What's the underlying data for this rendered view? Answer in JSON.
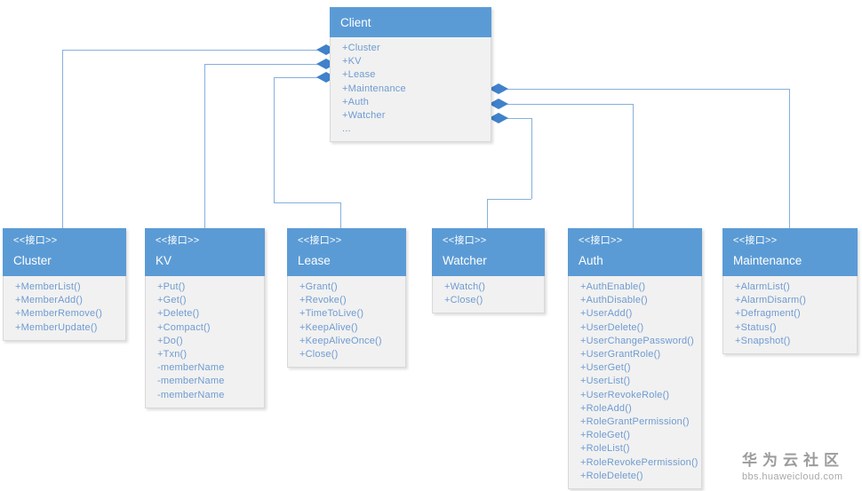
{
  "diagram": {
    "stereotype": "<<接口>>",
    "client": {
      "title": "Client",
      "attributes": [
        "+Cluster",
        "+KV",
        "+Lease",
        "+Maintenance",
        "+Auth",
        "+Watcher",
        "..."
      ]
    },
    "interfaces": [
      {
        "id": "cluster",
        "name": "Cluster",
        "members": [
          "+MemberList()",
          "+MemberAdd()",
          "+MemberRemove()",
          "+MemberUpdate()"
        ]
      },
      {
        "id": "kv",
        "name": "KV",
        "members": [
          "+Put()",
          "+Get()",
          "+Delete()",
          "+Compact()",
          "+Do()",
          "+Txn()",
          "-memberName",
          "-memberName",
          "-memberName"
        ]
      },
      {
        "id": "lease",
        "name": "Lease",
        "members": [
          "+Grant()",
          "+Revoke()",
          "+TimeToLive()",
          "+KeepAlive()",
          "+KeepAliveOnce()",
          "+Close()"
        ]
      },
      {
        "id": "watcher",
        "name": "Watcher",
        "members": [
          "+Watch()",
          "+Close()"
        ]
      },
      {
        "id": "auth",
        "name": "Auth",
        "members": [
          "+AuthEnable()",
          "+AuthDisable()",
          "+UserAdd()",
          "+UserDelete()",
          "+UserChangePassword()",
          "+UserGrantRole()",
          "+UserGet()",
          "+UserList()",
          "+UserRevokeRole()",
          "+RoleAdd()",
          "+RoleGrantPermission()",
          "+RoleGet()",
          "+RoleList()",
          "+RoleRevokePermission()",
          "+RoleDelete()"
        ]
      },
      {
        "id": "maintenance",
        "name": "Maintenance",
        "members": [
          "+AlarmList()",
          "+AlarmDisarm()",
          "+Defragment()",
          "+Status()",
          "+Snapshot()"
        ]
      }
    ]
  },
  "watermark": {
    "title": "华为云社区",
    "url": "bbs.huaweicloud.com"
  },
  "colors": {
    "header_blue": "#5b9bd5",
    "body_background": "#f1f1f1",
    "member_text": "#6f9bd1",
    "connector_line": "#86afdd",
    "diamond_fill": "#3f81ca",
    "watermark_gray": "#9b9b9b"
  }
}
